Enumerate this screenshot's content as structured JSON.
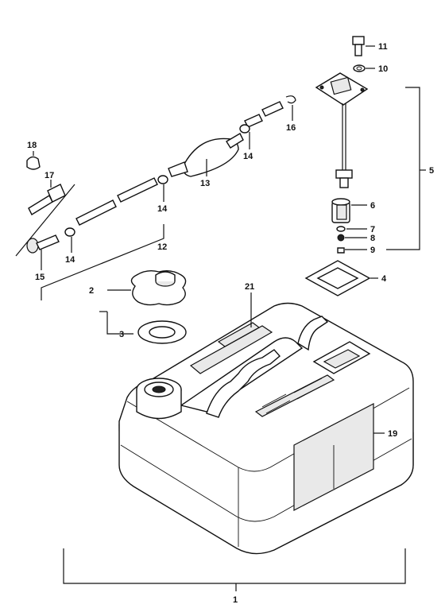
{
  "callouts": {
    "c1": "1",
    "c2": "2",
    "c3": "3",
    "c4": "4",
    "c5": "5",
    "c6": "6",
    "c7": "7",
    "c8": "8",
    "c9": "9",
    "c10": "10",
    "c11": "11",
    "c12": "12",
    "c13": "13",
    "c14a": "14",
    "c14b": "14",
    "c14c": "14",
    "c15": "15",
    "c16": "16",
    "c17": "17",
    "c18": "18",
    "c19": "19",
    "c21": "21"
  }
}
